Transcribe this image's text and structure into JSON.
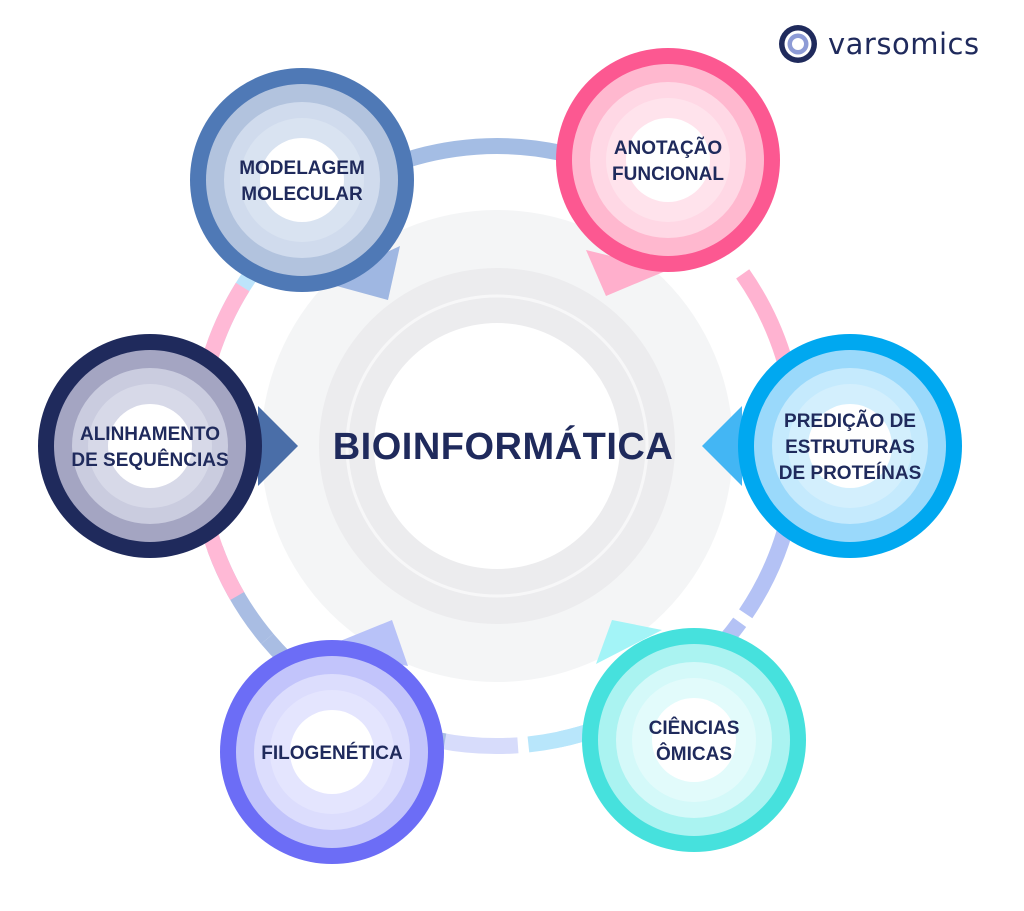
{
  "brand": {
    "name": "varsomics",
    "logo_icon": "concentric-rings-logo",
    "colors": {
      "text": "#1f2a5c",
      "ring_outer": "#1f2a5c",
      "ring_inner": "#8d9bd6"
    }
  },
  "center": {
    "title": "BIOINFORMÁTICA"
  },
  "nodes": [
    {
      "id": "modelagem",
      "lines": [
        "MODELAGEM",
        "MOLECULAR"
      ],
      "colors": {
        "outer": "#4f79b6",
        "ring": "#b2c3de",
        "inner": "#d9e3f1",
        "arc": "#a4bde4",
        "pointer": "#9fb7e2"
      }
    },
    {
      "id": "anotacao",
      "lines": [
        "ANOTAÇÃO",
        "FUNCIONAL"
      ],
      "colors": {
        "outer": "#fc5891",
        "ring": "#ffb8cf",
        "inner": "#ffe3ec",
        "arc": "#ffb3d1",
        "pointer": "#ffafcc"
      }
    },
    {
      "id": "predicao",
      "lines": [
        "PREDIÇÃO DE",
        "ESTRUTURAS",
        "DE PROTEÍNAS"
      ],
      "colors": {
        "outer": "#00a8f0",
        "ring": "#9ad9fb",
        "inner": "#d3effd",
        "arc": "#b4c2f5",
        "pointer": "#43b6f4"
      }
    },
    {
      "id": "ciencias",
      "lines": [
        "CIÊNCIAS",
        "ÔMICAS"
      ],
      "colors": {
        "outer": "#46e1dd",
        "ring": "#aaf3f1",
        "inner": "#e2fbfb",
        "arc": "#b8e6fb",
        "pointer": "#a3f4f7"
      }
    },
    {
      "id": "filogenetica",
      "lines": [
        "FILOGENÉTICA"
      ],
      "colors": {
        "outer": "#6c6df6",
        "ring": "#c2c4fb",
        "inner": "#e4e5fe",
        "arc": "#a9bde3",
        "pointer": "#b8c2f8"
      }
    },
    {
      "id": "alinhamento",
      "lines": [
        "ALINHAMENTO",
        "DE SEQUÊNCIAS"
      ],
      "colors": {
        "outer": "#1f2a5c",
        "ring": "#a4a5c2",
        "inner": "#d7d9e8",
        "arc": "#ffb9d6",
        "pointer": "#4a6ea8"
      }
    }
  ]
}
